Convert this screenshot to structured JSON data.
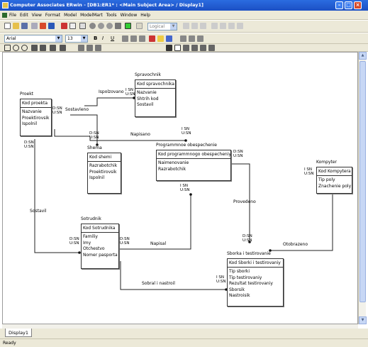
{
  "window": {
    "title": "Computer Associates ERwin - [DB1:ER1* : <Main Subject Area> / Display1]"
  },
  "menu": [
    "File",
    "Edit",
    "View",
    "Format",
    "Model",
    "ModelMart",
    "Tools",
    "Window",
    "Help"
  ],
  "toolbar": {
    "mode_dropdown": "Logical",
    "font_name": "Arial",
    "font_size": "13",
    "bold": "B",
    "italic": "I",
    "underline": "U"
  },
  "tabs": [
    "Display1"
  ],
  "status": "Ready",
  "colors": {
    "titlebar": "#1b4fc4",
    "chrome": "#ece9d8",
    "entity_border": "#333333"
  },
  "diagram": {
    "entities": {
      "proekt": {
        "name": "Proekt",
        "key": "Kod proekta",
        "attrs": [
          "Nazvanie",
          "Proektirovsik",
          "Ispolnil"
        ]
      },
      "spravochnik": {
        "name": "Spravochnik",
        "key": "Kod spravochnika",
        "attrs": [
          "Nazvanie",
          "Shtrih kod",
          "Sostavil"
        ]
      },
      "shema": {
        "name": "Shema",
        "key": "Kod shemi",
        "attrs": [
          "Razrabotchik",
          "Proektirovsik",
          "Ispolnil"
        ]
      },
      "po": {
        "name": "Programmnoe obespechenie",
        "key": "Kod programmnogo obespecheniy",
        "attrs": [
          "Naimenovanie",
          "Razrabotchik"
        ]
      },
      "kompyter": {
        "name": "Kompyter",
        "key": "Kod Kompytera",
        "attrs": [
          "Tip poly",
          "Znachenie poly"
        ]
      },
      "sotrudnik": {
        "name": "Sotrudnik",
        "key": "Kod Sotrudnika",
        "attrs": [
          "Familiy",
          "Imy",
          "Otchestvo",
          "Nomer pasporta"
        ]
      },
      "sborka": {
        "name": "Sborka i testirovanie",
        "key": "Kod Sborki i testirovaniy",
        "attrs": [
          "Tip sborki",
          "Tip testirovaniy",
          "Rezultat testirovaniy",
          "Sborsik",
          "Nastroisik"
        ]
      }
    },
    "relations": {
      "ispolzovano": "Ispolzovano",
      "sostavleno": "Sostavleno",
      "napisano": "Napisano",
      "sostavil": "Sostavil",
      "napisal": "Napisal",
      "provedeno": "Provedeno",
      "otobrazeno": "Otobrazeno",
      "sobral": "Sobral i nastroil"
    },
    "card": "I SN",
    "card_u": "U:SN",
    "card_d": "D:SN"
  }
}
